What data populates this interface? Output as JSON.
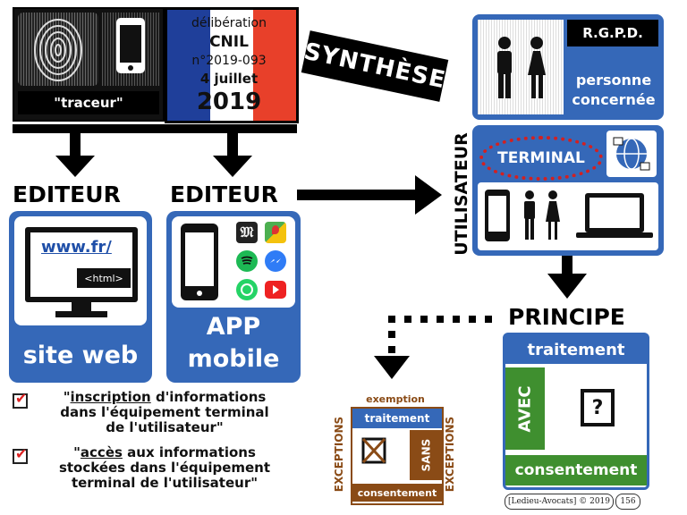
{
  "top_left": {
    "traceur_label": "\"traceur\""
  },
  "cnil": {
    "line1": "délibération",
    "line2": "CNIL",
    "line3": "n°2019-093",
    "line4": "4 juillet",
    "line5": "2019"
  },
  "synthese": "SYNTHÈSE",
  "editeur_left": "EDITEUR",
  "editeur_right": "EDITEUR",
  "site_web": {
    "url": "www.fr/",
    "html_tag": "<html>",
    "label": "site web"
  },
  "app_mobile": {
    "label_line1": "APP",
    "label_line2": "mobile"
  },
  "rgpd": {
    "badge": "R.G.P.D.",
    "personne_line1": "personne",
    "personne_line2": "concernée"
  },
  "utilisateur": "UTILISATEUR",
  "terminal": "TERMINAL",
  "principe": {
    "title": "PRINCIPE",
    "traitement": "traitement",
    "avec": "AVEC",
    "question": "?",
    "consentement": "consentement"
  },
  "exceptions": {
    "exemption": "exemption",
    "traitement": "traitement",
    "sans": "SANS",
    "consentement": "consentement",
    "side_label": "EXCEPTIONS"
  },
  "checks": [
    {
      "prefix": "\"",
      "underlined": "inscription",
      "line1_rest": " d'informations",
      "line2": "dans l'équipement terminal",
      "line3": "de l'utilisateur\""
    },
    {
      "prefix": "\"",
      "underlined": "accès",
      "line1_rest": " aux informations",
      "line2": "stockées dans l'équipement",
      "line3": "terminal de l'utilisateur\""
    }
  ],
  "footer": {
    "credit": "[Ledieu-Avocats] © 2019",
    "page": "156"
  },
  "colors": {
    "blue": "#3568b8",
    "green": "#3f8f2f",
    "brown": "#8a4b16",
    "red": "#d32020",
    "black": "#000000"
  }
}
